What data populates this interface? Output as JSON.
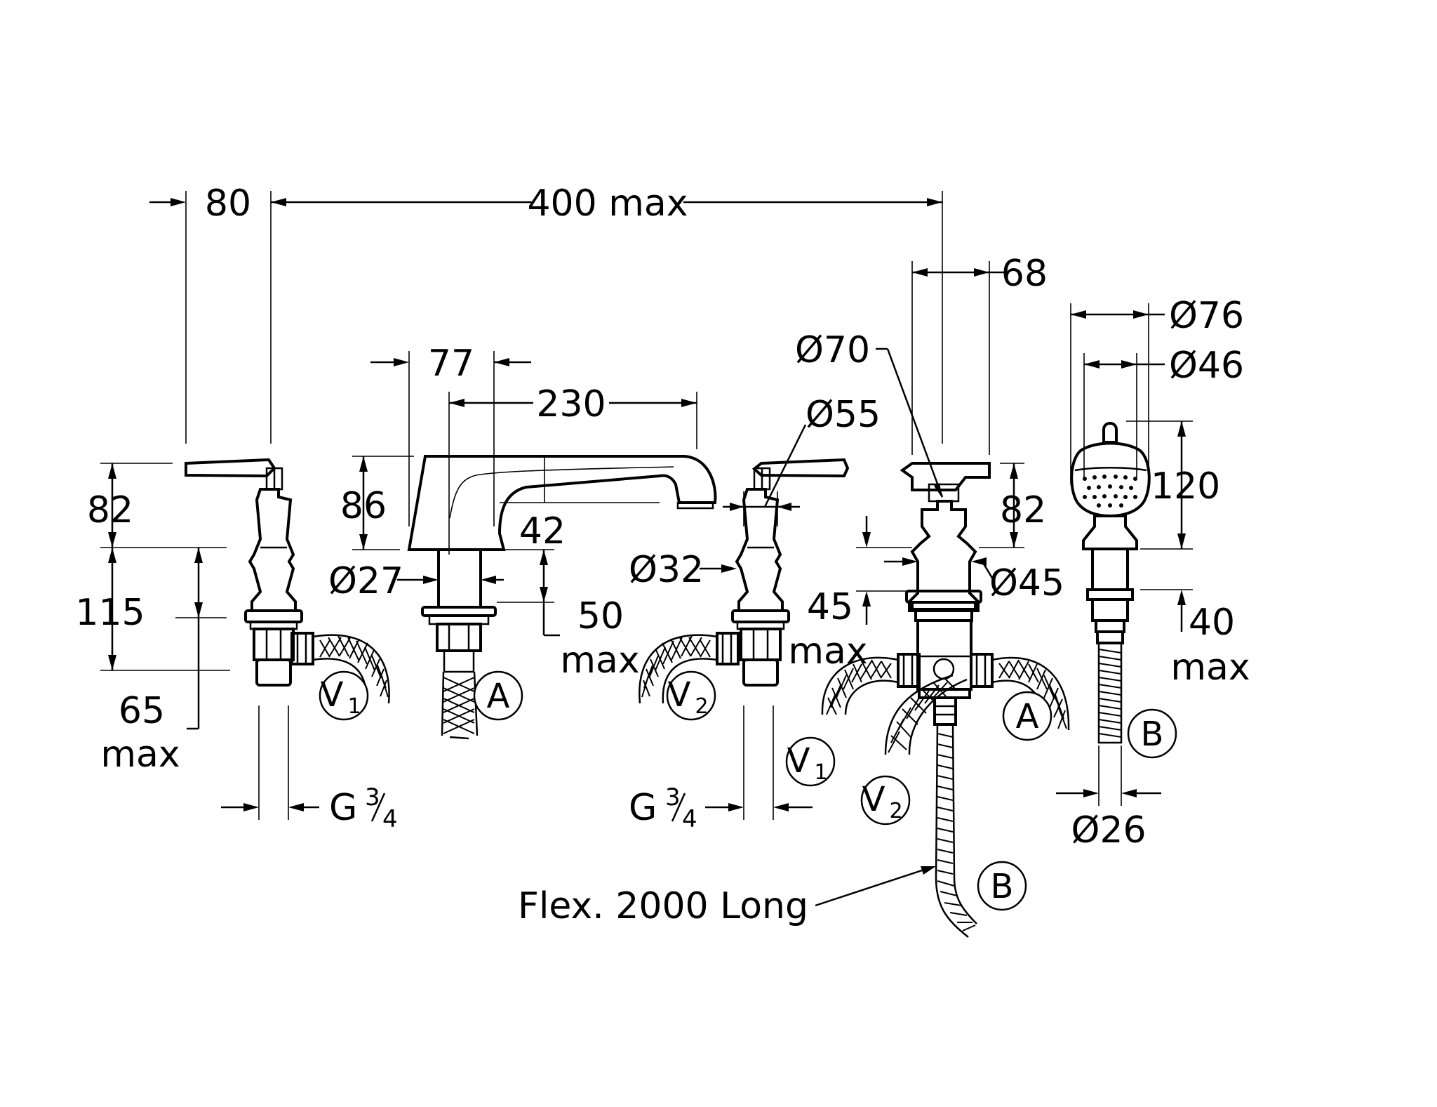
{
  "dimensions": {
    "handle_spacing": "80",
    "overall_width": "400 max",
    "spout_base_width": "77",
    "spout_projection": "230",
    "spout_outlet": "42",
    "spout_height": "86",
    "spout_body_dia": "Ø27",
    "spout_mount_length": "50",
    "spout_mount_length_unit": "max",
    "lever_height": "82",
    "valve_body_length": "115",
    "valve_mount_length": "65",
    "valve_mount_length_unit": "max",
    "thread_left": "G",
    "thread_right": "G",
    "thread_frac_num": "3",
    "thread_frac_den": "4",
    "lever_base_dia": "Ø32",
    "shaft_dia": "Ø55",
    "diverter_handle_width": "68",
    "diverter_rosette_dia": "Ø70",
    "diverter_handle_height": "82",
    "diverter_body_dia": "Ø45",
    "diverter_mount_length": "45",
    "diverter_mount_length_unit": "max",
    "handshower_head_dia": "Ø76",
    "handshower_face_dia": "Ø46",
    "handshower_length": "120",
    "holder_mount_length": "40",
    "holder_mount_length_unit": "max",
    "hose_dia": "Ø26",
    "flex_hose_note": "Flex. 2000 Long"
  },
  "connections": {
    "v1_letter": "V",
    "v1_index": "1",
    "v2_letter": "V",
    "v2_index": "2",
    "a": "A",
    "b": "B"
  }
}
